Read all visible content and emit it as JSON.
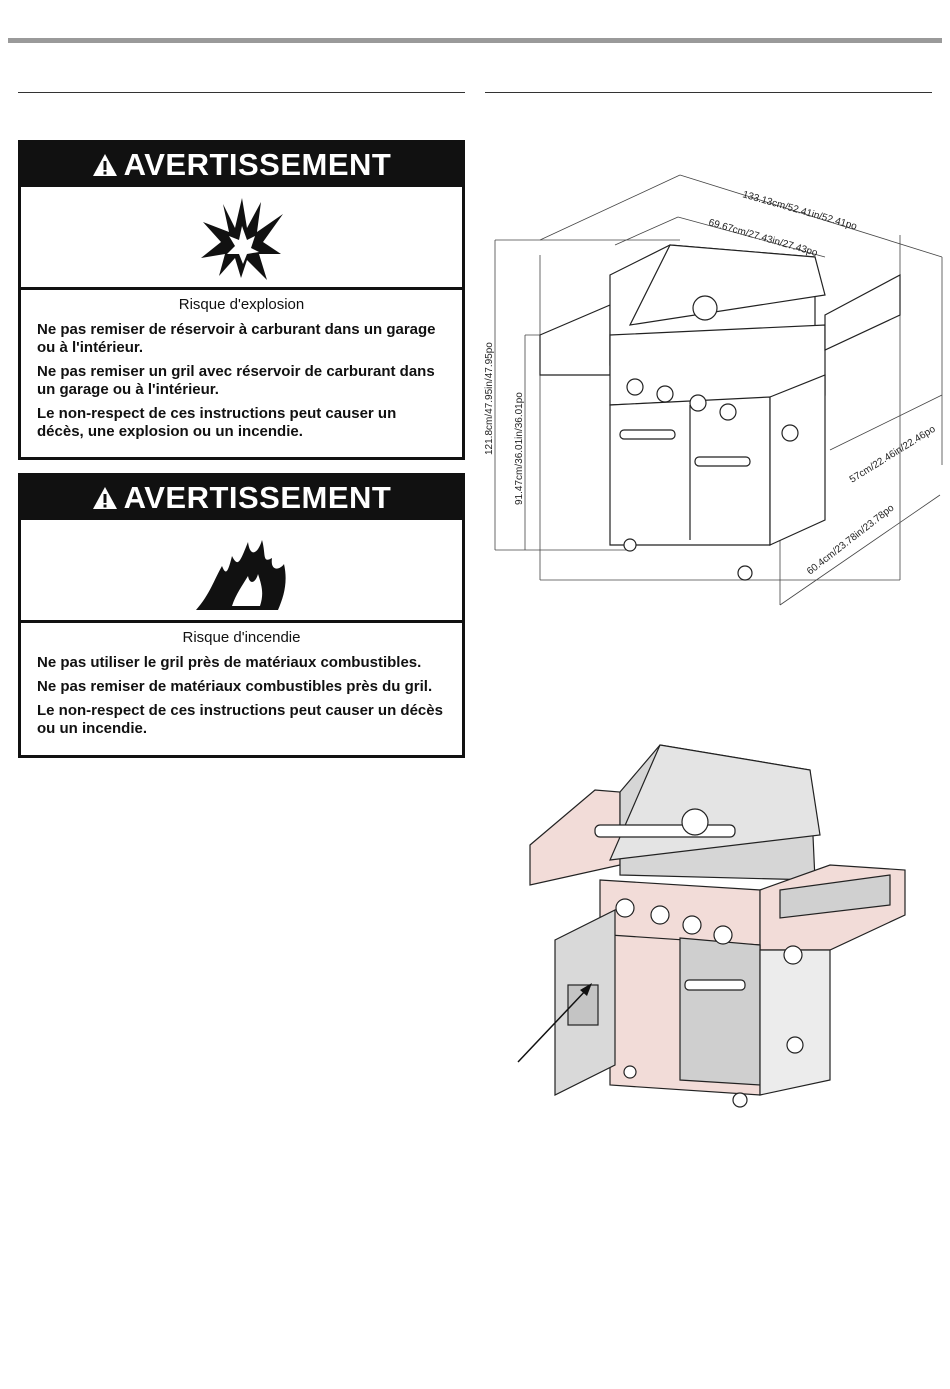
{
  "warnings": [
    {
      "title": "AVERTISSEMENT",
      "icon": "explosion-icon",
      "subtitle": "Risque d'explosion",
      "lines": [
        "Ne pas remiser de réservoir à carburant dans un garage ou à l'intérieur.",
        "Ne pas remiser un gril avec réservoir de carburant dans un garage ou à l'intérieur.",
        "Le non-respect de ces instructions peut causer un décès, une explosion ou un incendie."
      ]
    },
    {
      "title": "AVERTISSEMENT",
      "icon": "flame-icon",
      "subtitle": "Risque d'incendie",
      "lines": [
        "Ne pas utiliser le gril près de matériaux combustibles.",
        "Ne pas remiser de matériaux combustibles près du gril.",
        "Le non-respect de ces instructions peut causer un décès ou un incendie."
      ]
    }
  ],
  "dimensions": {
    "overall_width": "133.13cm/52.41in/52.41po",
    "hood_width": "69.67cm/27.43in/27.43po",
    "total_height": "121.8cm/47.95in/47.95po",
    "counter_height": "91.47cm/36.01in/36.01po",
    "side_depth": "57cm/22.46in/22.46po",
    "depth": "60.4cm/23.78in/23.78po"
  },
  "colors": {
    "warning_header_bg": "#111111",
    "cabinet_tint": "#f2dcd8"
  }
}
